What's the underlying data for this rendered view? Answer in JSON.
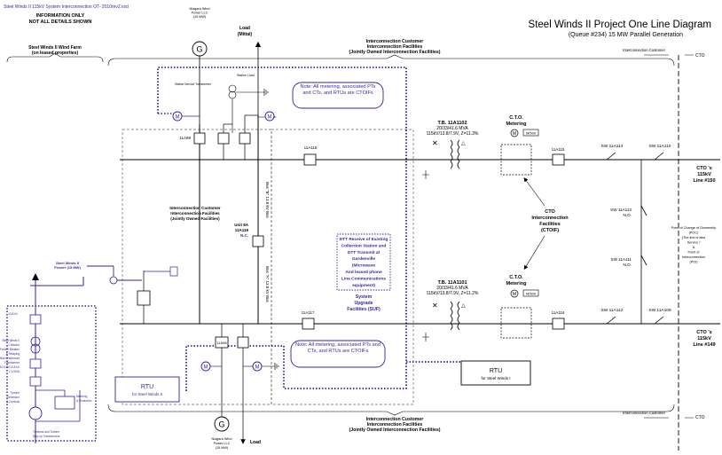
{
  "file_label": "Steel Winds II 115kV System Interconnection OT- 2010rev2.vsd",
  "info_line1": "INFORMATION ONLY",
  "info_line2": "NOT ALL DETAILS SHOWN",
  "title": "Steel Winds II Project One Line Diagram",
  "subtitle": "(Queue #234) 15 MW Parallel Generation",
  "wind_farm_line1": "Steel Winds II Wind Farm",
  "wind_farm_line2": "(on leased properties)",
  "top_ic_line1": "Interconnection Customer",
  "top_ic_line2": "Interconnection Facilities",
  "top_ic_line3": "(Jointly Owned Interconnection Facilities)",
  "bottom_ic_line1": "Interconnection Customer",
  "bottom_ic_line2": "Interconnection Facilities",
  "bottom_ic_line3": "(Jointly Owned Interconnection Facilities)",
  "mid_ic_line1": "Interconnection Customer",
  "mid_ic_line2": "Interconnection Facilities",
  "mid_ic_line3": "(Jointly Owned Facilities)",
  "niagara_top_line1": "Niagara Wind",
  "niagara_top_line2": "Power LLC",
  "niagara_top_line3": "(15 MW)",
  "niagara_bot_line1": "Niagara Wind",
  "niagara_bot_line2": "Power LLC",
  "niagara_bot_line3": "(15 MW)",
  "gen_symbol": "G",
  "meter_symbol": "M",
  "load_top_line1": "Load",
  "load_top_line2": "(Mittal)",
  "load_bot": "Load",
  "station_load": "Station Load",
  "aux_xfmr_label": "Station Service Transformer",
  "note_top": "Note:  All metering, associated PTs and CTs, and RTUs are CTOIFs",
  "note_bottom": "Note:  All metering, associated PTs and CTs, and RTUs are CTOIFs",
  "breaker_11A99": "11A99",
  "breaker_11A118": "11A118",
  "breaker_11A117": "11A117",
  "breaker_11A115": "11A115",
  "breaker_11A116": "11A116",
  "breaker_11A98": "11A98",
  "unit_line1": "Unit 8A",
  "unit_line2": "11A119",
  "unit_line3": "N.C.",
  "bus_b": "Bus \"B\" 13.8 kV Bus",
  "bus_a": "Bus \"A\" 13.8 kV Bus",
  "tb1102_line1": "T.B. 11A1102",
  "tb1102_line2": "20/33/41.6 MVA",
  "tb1102_line3": "115kV/13.8/7.9V, Z=11.3%",
  "tb1101_line1": "T.B. 11A1101",
  "tb1101_line2": "20/33/41.6 MVA",
  "tb1101_line3": "115kV/13.8/7.9V, Z=11.2%",
  "cto_metering_top_line1": "C.T.O.",
  "cto_metering_top_line2": "Metering",
  "cto_metering_bot_line1": "C.T.O.",
  "cto_metering_bot_line2": "Metering",
  "m_small": "M",
  "meter_code": "M/500",
  "cto_if_line1": "CTO",
  "cto_if_line2": "Interconnection",
  "cto_if_line3": "Facilities",
  "cto_if_line4": "(CTOIF)",
  "sw_11A114": "SW 11A114",
  "sw_11A110": "SW 11A110",
  "sw_11A113_line1": "SW 11A113",
  "sw_11A113_line2": "N.O.",
  "sw_11A111_line1": "SW 11A111",
  "sw_11A111_line2": "N.O.",
  "sw_11A112": "SW 11A112",
  "sw_11A109": "SW 11A109",
  "cto_line150_line1": "CTO 's",
  "cto_line150_line2": "115kV",
  "cto_line150_line3": "Line #150",
  "cto_line149_line1": "CTO 's",
  "cto_line149_line2": "115kV",
  "cto_line149_line3": "Line #149",
  "top_right_left": "Interconnection Customer",
  "top_right_right": "CTO",
  "bot_right_left": "Interconnection Customer",
  "bot_right_right": "CTO",
  "poc_lines": [
    "Point of Change of Ownership",
    "(POC)",
    "(The line is also",
    "Service /",
    "&",
    "Point of",
    "Interconnection",
    "(POI)"
  ],
  "dtt_lines": [
    "DTT Receive of Existing",
    "Collection Station and",
    "DTT Transmit at",
    "Gardenville",
    "(Microwave",
    "And leased phone",
    "Line Communications",
    "equipment)"
  ],
  "suf_line1": "System",
  "suf_line2": "Upgrade",
  "suf_line3": "Facilities (SUF)",
  "rtu_sw2_line1": "RTU",
  "rtu_sw2_line2": "for Steel Winds II",
  "rtu_sw1_line1": "RTU",
  "rtu_sw1_line2": "for Steel Winds I",
  "feeder_line1": "Steel Winds II",
  "feeder_line2": "Feeder (15 MW)",
  "left_lines": [
    "13.8 kV",
    "Steel Winds II",
    "Collector",
    "Feeder Breaker",
    "& Relaying",
    "Main Padmount",
    "Transformer",
    "34.5 kV/13.8 kV",
    "2.3 MVA",
    "Turbine",
    "Generator",
    "& Controls",
    "Metering",
    "& Protection",
    "Turbines and Turbine",
    "Step-up Transformers"
  ],
  "colors": {
    "line": "#000000",
    "purple": "#3a1f9e",
    "text": "#000000"
  },
  "icons": {
    "generator": "generator-icon",
    "meter": "meter-icon",
    "transformer": "transformer-icon",
    "switch": "switch-icon",
    "ground": "ground-icon",
    "arrow": "arrow-icon"
  }
}
